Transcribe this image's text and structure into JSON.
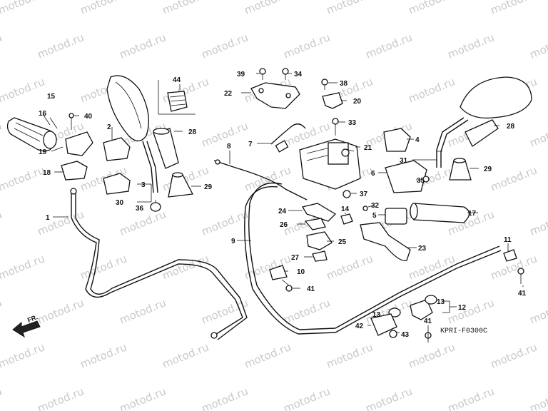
{
  "diagram": {
    "code": "KPRI-F0300C",
    "watermark": "motod.ru",
    "direction_label": "FR.",
    "callouts": [
      "1",
      "2",
      "3",
      "4",
      "5",
      "6",
      "7",
      "8",
      "9",
      "10",
      "11",
      "12",
      "13",
      "13",
      "14",
      "15",
      "16",
      "17",
      "18",
      "19",
      "20",
      "21",
      "22",
      "23",
      "24",
      "25",
      "26",
      "27",
      "28",
      "28",
      "29",
      "29",
      "30",
      "31",
      "32",
      "33",
      "34",
      "35",
      "36",
      "37",
      "38",
      "39",
      "40",
      "41",
      "41",
      "41",
      "42",
      "43",
      "44"
    ]
  }
}
